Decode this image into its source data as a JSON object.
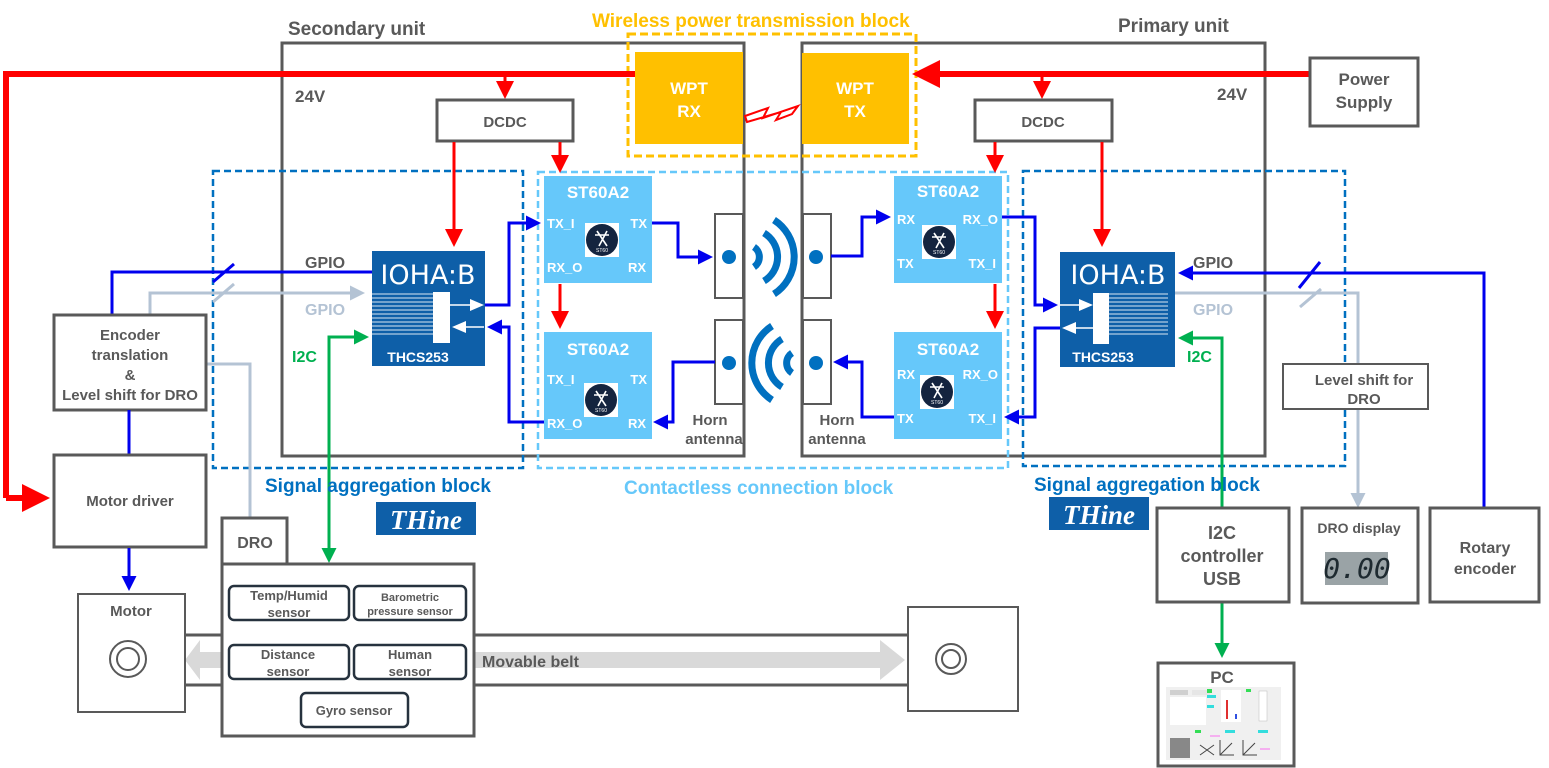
{
  "title_secondary": "Secondary unit",
  "title_primary": "Primary unit",
  "title_wpt": "Wireless power transmission block",
  "voltage_secondary": "24V",
  "voltage_primary": "24V",
  "power_supply": [
    "Power",
    "Supply"
  ],
  "wpt_rx": [
    "WPT",
    "RX"
  ],
  "wpt_tx": [
    "WPT",
    "TX"
  ],
  "dcdc_left": "DCDC",
  "dcdc_right": "DCDC",
  "st60": {
    "name": "ST60A2",
    "logo": "ST60",
    "left_top": {
      "tl": "TX_I",
      "tr": "TX",
      "bl": "RX_O",
      "br": "RX"
    },
    "left_bottom": {
      "tl": "TX_I",
      "tr": "TX",
      "bl": "RX_O",
      "br": "RX"
    },
    "right_top": {
      "tl": "RX",
      "tr": "RX_O",
      "bl": "TX",
      "br": "TX_I"
    },
    "right_bottom": {
      "tl": "RX",
      "tr": "RX_O",
      "bl": "TX",
      "br": "TX_I"
    }
  },
  "ioha": {
    "name": "IOHA:B",
    "part": "THCS253"
  },
  "signals": {
    "gpio": "GPIO",
    "i2c": "I2C"
  },
  "horn_antenna": [
    "Horn",
    "antenna"
  ],
  "blocks": {
    "signal_aggregation": "Signal aggregation block",
    "contactless": "Contactless connection block",
    "thine_logo": "THine"
  },
  "encoder_translation": [
    "Encoder",
    "translation",
    "&",
    "Level shift for DRO"
  ],
  "motor_driver": "Motor driver",
  "motor": "Motor",
  "dro": "DRO",
  "sensors": {
    "temp": [
      "Temp/Humid",
      "sensor"
    ],
    "baro": [
      "Barometric",
      "pressure sensor"
    ],
    "distance": [
      "Distance",
      "sensor"
    ],
    "human": [
      "Human",
      "sensor"
    ],
    "gyro": "Gyro sensor"
  },
  "movable_belt": "Movable belt",
  "level_shift_right": [
    "Level shift for",
    "DRO"
  ],
  "i2c_controller": [
    "I2C",
    "controller",
    "USB"
  ],
  "dro_display": {
    "label": "DRO display",
    "value": "0.00"
  },
  "rotary_encoder": [
    "Rotary",
    "encoder"
  ],
  "pc": "PC",
  "colors": {
    "power": "#ff0000",
    "signal": "#0000ee",
    "gpio_light": "#b4c3d4",
    "i2c": "#00b050",
    "wpt_block": "#ffc000",
    "st60_chip": "#66c8fa",
    "ioha_chip": "#0e5fa8",
    "aggregation_text": "#0070c0",
    "contactless_text": "#66c8fa"
  }
}
